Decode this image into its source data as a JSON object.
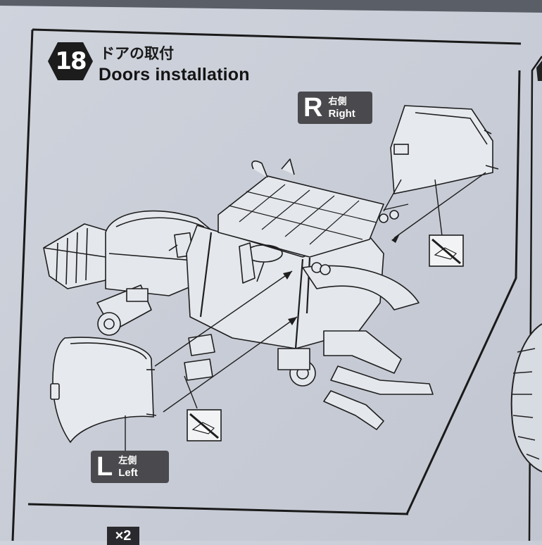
{
  "step": {
    "number": "18",
    "title_jp": "ドアの取付",
    "title_en": "Doors installation"
  },
  "right_tag": {
    "letter": "R",
    "jp": "右側",
    "en": "Right"
  },
  "left_tag": {
    "letter": "L",
    "jp": "左側",
    "en": "Left"
  },
  "next_step": {
    "quantity": "×2"
  },
  "icons": [
    "no-glue-icon",
    "no-glue-icon"
  ],
  "colors": {
    "tag_bg": "#4a4a4e",
    "ink": "#1a1a1a",
    "paper": "#cdd1da"
  }
}
